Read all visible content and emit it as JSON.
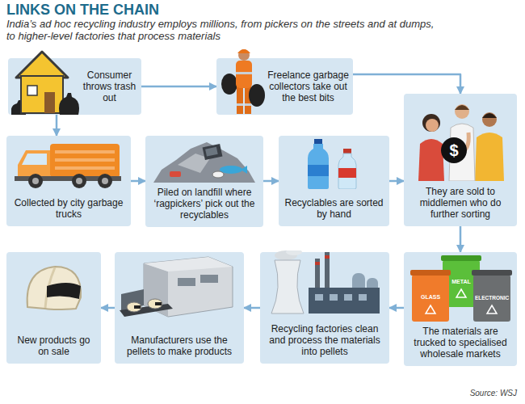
{
  "diagram": {
    "title": "LINKS ON THE CHAIN",
    "caption": "India’s ad hoc recycling industry employs millions, from pickers on the streets and at dumps, to higher-level factories that process materials",
    "nodes": [
      {
        "text": [
          "Consumer throws trash out"
        ]
      },
      {
        "text": [
          "Freelance garbage collectors take out the best bits"
        ]
      },
      {
        "text": [
          "Collected by city garbage trucks"
        ]
      },
      {
        "text": [
          "Piled on landfill where ‘ragpickers’ pick out the recyclables"
        ]
      },
      {
        "text": [
          "Recyclables are sorted by hand"
        ]
      },
      {
        "text": [
          "They are sold to middlemen who do further sorting"
        ]
      },
      {
        "text": [
          "The materials are trucked to specialised wholesale markets"
        ]
      },
      {
        "text": [
          "Recycling factories clean and process the materials into pellets"
        ]
      },
      {
        "text": [
          "Manufacturers use the pellets to make products"
        ]
      },
      {
        "text": [
          "New products go on sale"
        ]
      }
    ],
    "edges": [
      {
        "from": 0,
        "to": 1,
        "arrow": "to"
      },
      {
        "from": 0,
        "to": 2,
        "arrow": "to"
      },
      {
        "from": 1,
        "to": 5,
        "arrow": "to"
      },
      {
        "from": 2,
        "to": 3,
        "arrow": "to"
      },
      {
        "from": 3,
        "to": 4,
        "arrow": "to"
      },
      {
        "from": 4,
        "to": 5,
        "arrow": "to"
      },
      {
        "from": 5,
        "to": 6,
        "arrow": "to"
      },
      {
        "from": 6,
        "to": 7,
        "arrow": "to"
      },
      {
        "from": 7,
        "to": 8,
        "arrow": "to"
      },
      {
        "from": 8,
        "to": 9,
        "arrow": "to"
      }
    ],
    "labels": [
      "$",
      "GLASS",
      "METAL",
      "ELECTRONIC",
      "Source: WSJ"
    ]
  }
}
